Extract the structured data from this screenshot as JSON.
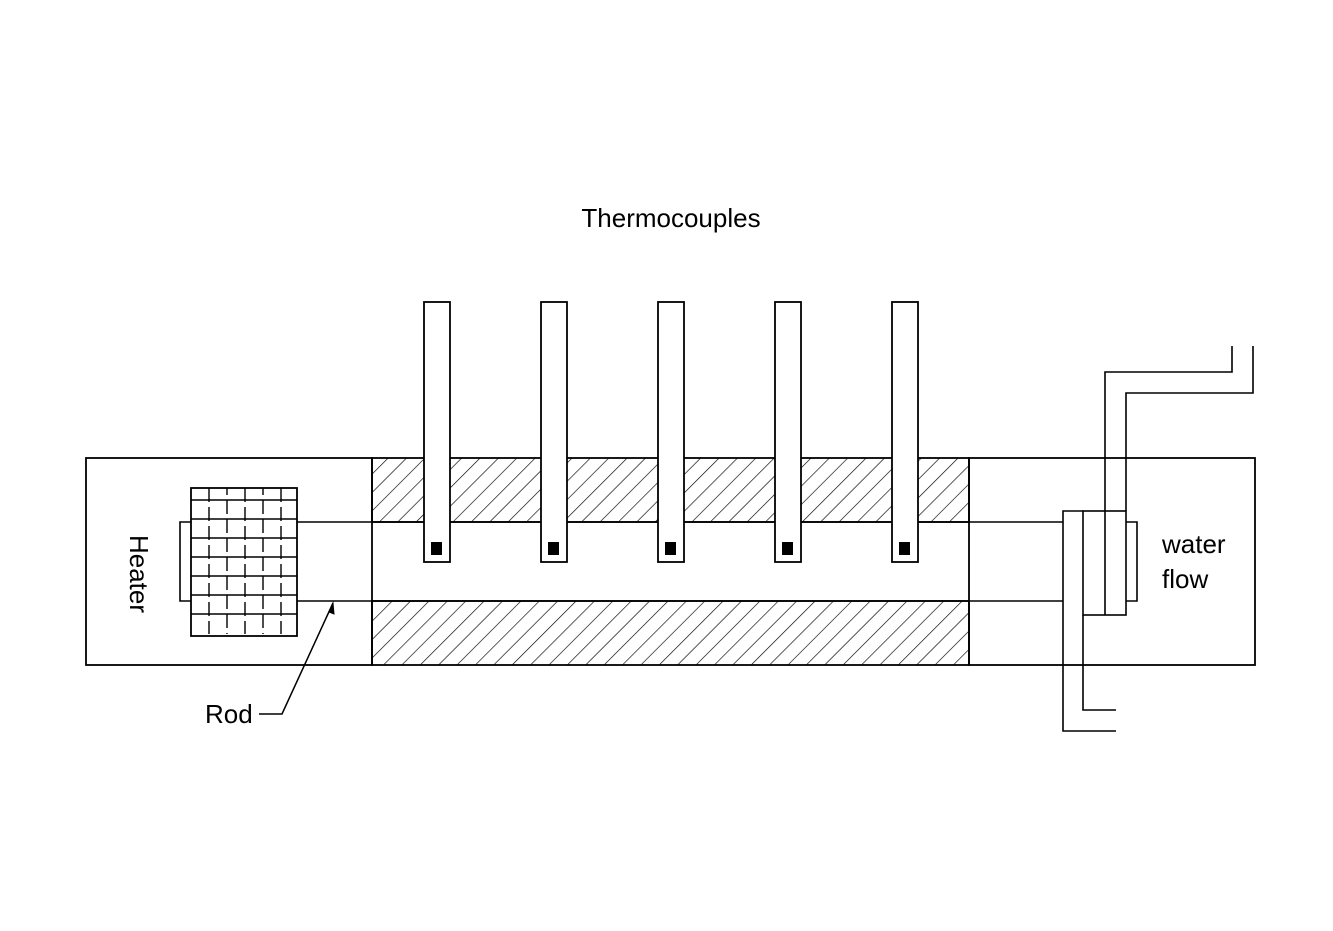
{
  "diagram": {
    "title": "Thermocouples",
    "heater_label": "Heater",
    "rod_label": "Rod",
    "water_label_line1": "water",
    "water_label_line2": "flow",
    "thermocouple_count": 5
  },
  "colors": {
    "line": "#000000",
    "background": "#ffffff"
  }
}
